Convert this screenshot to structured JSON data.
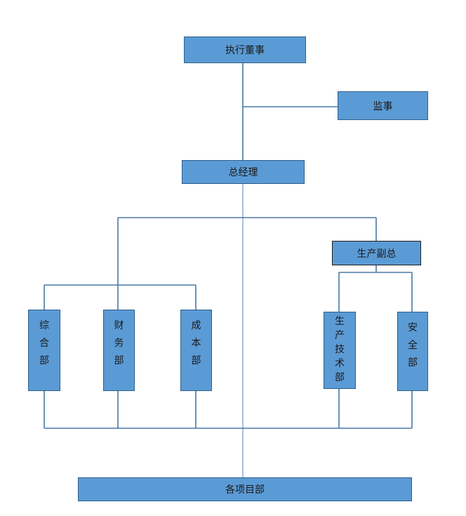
{
  "org": {
    "chairman": "执行董事",
    "supervisor": "监事",
    "gm": "总经理",
    "vp_production": "生产副总",
    "dept_general": "综合部",
    "dept_finance": "财务部",
    "dept_cost": "成本部",
    "dept_tech": "生产技术部",
    "dept_safety": "安全部",
    "projects": "各项目部"
  },
  "colors": {
    "box_fill": "#5b9bd5",
    "box_border": "#2e5f8a",
    "connector": "#4a78a8"
  }
}
